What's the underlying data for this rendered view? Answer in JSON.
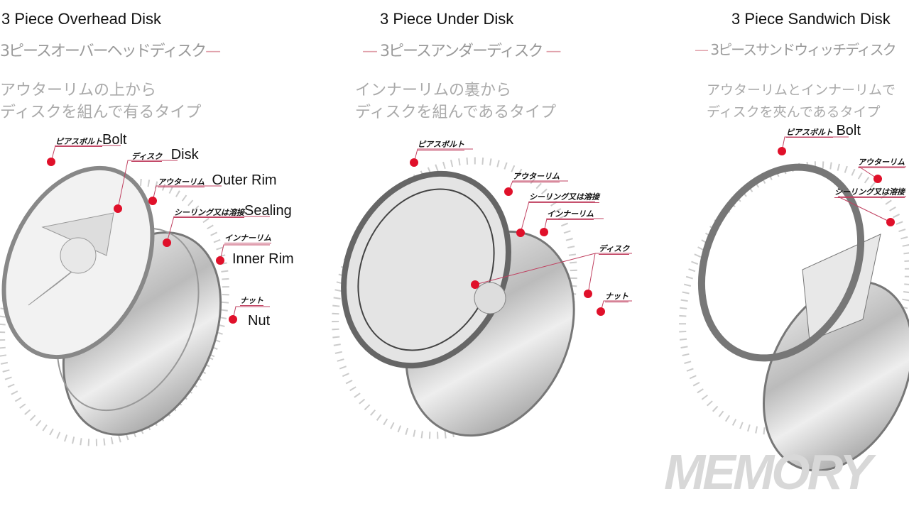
{
  "panels": [
    {
      "title": "3 Piece Overhead Disk",
      "title_jp": "3ピースオーバーヘッドディスク",
      "desc": [
        "アウターリムの上から",
        "ディスクを組んで有るタイプ"
      ],
      "labels": [
        {
          "jp": "ピアスボルト",
          "en": "Bolt"
        },
        {
          "jp": "ディスク",
          "en": "Disk"
        },
        {
          "jp": "アウターリム",
          "en": "Outer Rim"
        },
        {
          "jp": "シーリング又は溶接",
          "en": "Sealing"
        },
        {
          "jp": "インナーリム",
          "en": "Inner Rim"
        },
        {
          "jp": "ナット",
          "en": "Nut"
        }
      ]
    },
    {
      "title": "3 Piece Under Disk",
      "title_jp": "3ピースアンダーディスク",
      "desc": [
        "インナーリムの裏から",
        "ディスクを組んであるタイプ"
      ],
      "labels": [
        {
          "jp": "ピアスボルト"
        },
        {
          "jp": "アウターリム"
        },
        {
          "jp": "シーリング又は溶接"
        },
        {
          "jp": "インナーリム"
        },
        {
          "jp": "ディスク"
        },
        {
          "jp": "ナット"
        }
      ]
    },
    {
      "title": "3 Piece Sandwich Disk",
      "title_jp": "3ピースサンドウィッチディスク",
      "desc": [
        "アウターリムとインナーリムで",
        "ディスクを夾んであるタイプ"
      ],
      "labels": [
        {
          "jp": "ピアスボルト",
          "en": "Bolt"
        },
        {
          "jp": "アウターリム"
        },
        {
          "jp": "シーリング又は溶接"
        }
      ]
    }
  ],
  "watermark": "MEMORY",
  "colors": {
    "marker": "#e0102a",
    "leader": "#c04060"
  }
}
